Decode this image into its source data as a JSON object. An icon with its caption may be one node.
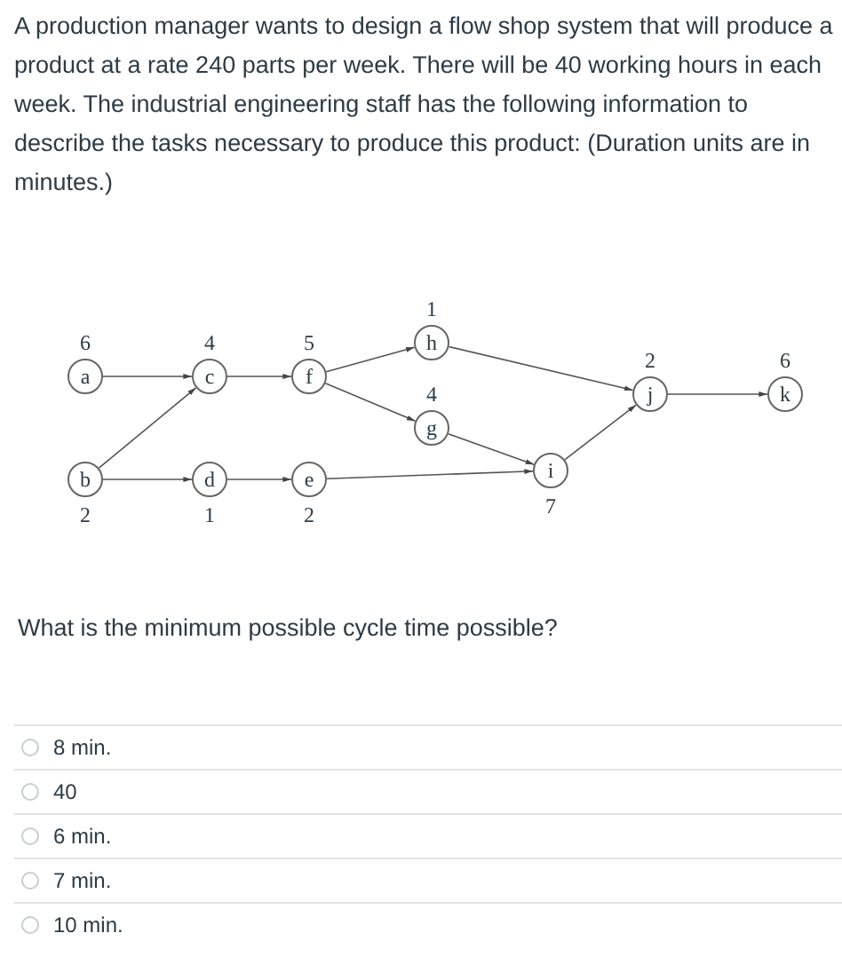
{
  "diagram": {
    "title": "A production manager wants to design a flow shop system that will produce a product at a rate 240 parts per week. There will be 40 working hours in each week. The industrial engineering staff has the following information to describe the tasks necessary to produce this product: (Duration units are in minutes.)",
    "nodes": [
      {
        "text": [
          "a"
        ],
        "beside": [
          "6"
        ]
      },
      {
        "text": [
          "b"
        ],
        "beside": [
          "2"
        ]
      },
      {
        "text": [
          "c"
        ],
        "beside": [
          "4"
        ]
      },
      {
        "text": [
          "d"
        ],
        "beside": [
          "1"
        ]
      },
      {
        "text": [
          "e"
        ],
        "beside": [
          "2"
        ]
      },
      {
        "text": [
          "f"
        ],
        "beside": [
          "5"
        ]
      },
      {
        "text": [
          "h"
        ],
        "beside": [
          "1"
        ]
      },
      {
        "text": [
          "g"
        ],
        "beside": [
          "4"
        ]
      },
      {
        "text": [
          "i"
        ],
        "beside": [
          "7"
        ]
      },
      {
        "text": [
          "j"
        ],
        "beside": [
          "2"
        ]
      },
      {
        "text": [
          "k"
        ],
        "beside": [
          "6"
        ]
      }
    ],
    "edges": [
      {
        "from": 0,
        "to": 2,
        "arrow": "to"
      },
      {
        "from": 1,
        "to": 2,
        "arrow": "to"
      },
      {
        "from": 1,
        "to": 3,
        "arrow": "to"
      },
      {
        "from": 2,
        "to": 5,
        "arrow": "to"
      },
      {
        "from": 3,
        "to": 4,
        "arrow": "to"
      },
      {
        "from": 5,
        "to": 6,
        "arrow": "to"
      },
      {
        "from": 5,
        "to": 7,
        "arrow": "to"
      },
      {
        "from": 4,
        "to": 8,
        "arrow": "to"
      },
      {
        "from": 7,
        "to": 8,
        "arrow": "to"
      },
      {
        "from": 6,
        "to": 9,
        "arrow": "to"
      },
      {
        "from": 8,
        "to": 9,
        "arrow": "to"
      },
      {
        "from": 9,
        "to": 10,
        "arrow": "to"
      }
    ],
    "labels": [
      "What is the minimum possible cycle time possible?",
      "8 min.",
      "40",
      "6 min.",
      "7 min.",
      "10 min."
    ]
  }
}
